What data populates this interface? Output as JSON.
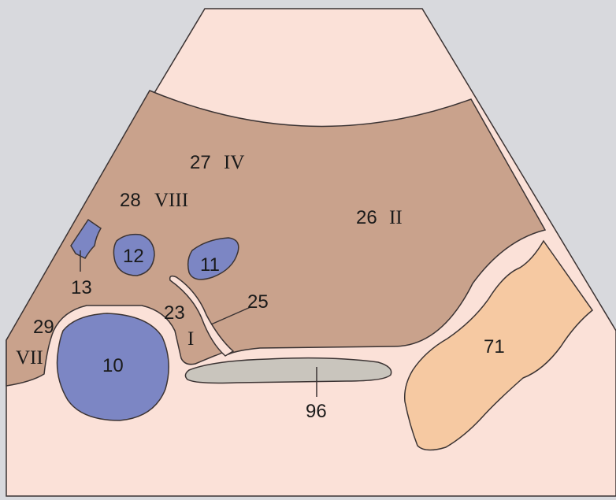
{
  "colors": {
    "frame_background": "#d8d9dd",
    "near_field": "#fbe1d8",
    "liver": "#c9a28c",
    "vessel": "#7c86c4",
    "bowel": "#c9c5bd",
    "bowel_right": "#f6c9a2",
    "outline": "#3b3333"
  },
  "labels": {
    "segment_iv_number": "27",
    "segment_iv_roman": "IV",
    "segment_viii_number": "28",
    "segment_viii_roman": "VIII",
    "segment_ii_number": "26",
    "segment_ii_roman": "II",
    "segment_i_number": "23",
    "segment_i_roman": "I",
    "segment_vii_number": "29",
    "segment_vii_roman": "VII",
    "vessel_10": "10",
    "vessel_11": "11",
    "vessel_12": "12",
    "vessel_13": "13",
    "ligament_25": "25",
    "structure_96": "96",
    "structure_71": "71"
  }
}
